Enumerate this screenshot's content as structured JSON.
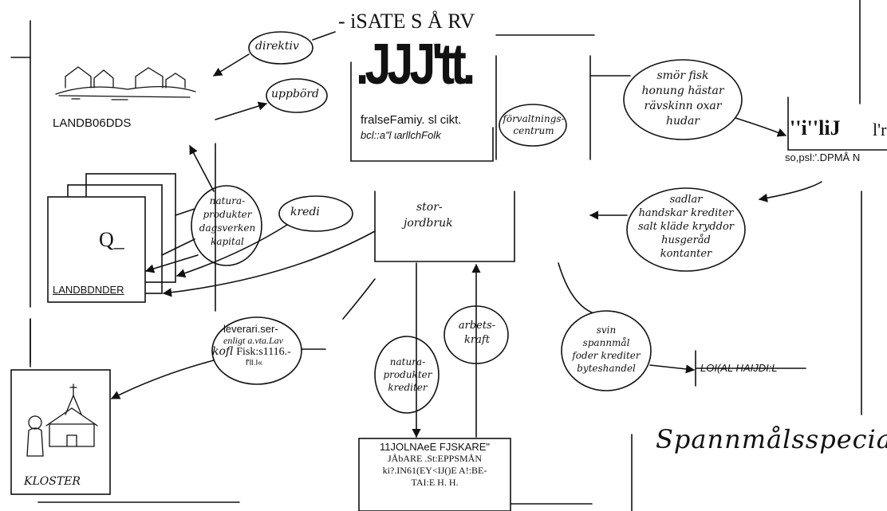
{
  "title_fragment": "- iSATE S  Å RV",
  "boxes": {
    "landbonder": {
      "label": "LANDB06DDS"
    },
    "landbonder_stack": {
      "label": "LANDBDNDER",
      "mark": "Q_"
    },
    "center": {
      "logo": ".JJJ'tt.",
      "line1": "fralseFamiy. sl cikt.",
      "line2": "bcl::a\"l ɩarllchFolk"
    },
    "top_right": {
      "mark": "''i''liJ",
      "mark2": "l'r",
      "label": "so,psl:'.DPMÅ N"
    },
    "kloster": {
      "label": "KLOSTER"
    },
    "bottom": {
      "line1": "11JOLNAeE  FJSKARE\"",
      "line2": "JÅbARE .St:EPPSMÅN",
      "line3": "ki?.IN61(EY<IJ()E A!:BE-",
      "line4": "TAI:E  H. H."
    },
    "lokal": {
      "label": "LOI(AL HAIJDI:L"
    },
    "storjordbruk": {
      "line1": "stor-",
      "line2": "jordbruk"
    }
  },
  "bubbles": {
    "direktiv": "direktiv",
    "uppbord": "uppbörd",
    "natura_left": [
      "natura-",
      "produkter",
      "dagsverken",
      "kapital"
    ],
    "krediter_left": "kredi",
    "forvaltning": [
      "förvaltnings-",
      "centrum"
    ],
    "smor": [
      "smör fisk",
      "honung hästar",
      "rävskinn oxar",
      "hudar"
    ],
    "sadlar": [
      "sadlar",
      "handskar krediter",
      "salt kläde kryddor",
      "husgeråd",
      "kontanter"
    ],
    "leverans": [
      "leverari.ser-",
      "enligt a.vta.Lav",
      "Fisk:s1116.-",
      "f'lI.I«",
      "kofl"
    ],
    "natura_bottom": [
      "natura-",
      "produkter",
      "krediter"
    ],
    "arbetskraft": [
      "arbets-",
      "kraft"
    ],
    "svin": [
      "svin",
      "spannmål",
      "foder krediter",
      "byteshandel"
    ]
  },
  "footer_script": "Spannmålsspecia"
}
